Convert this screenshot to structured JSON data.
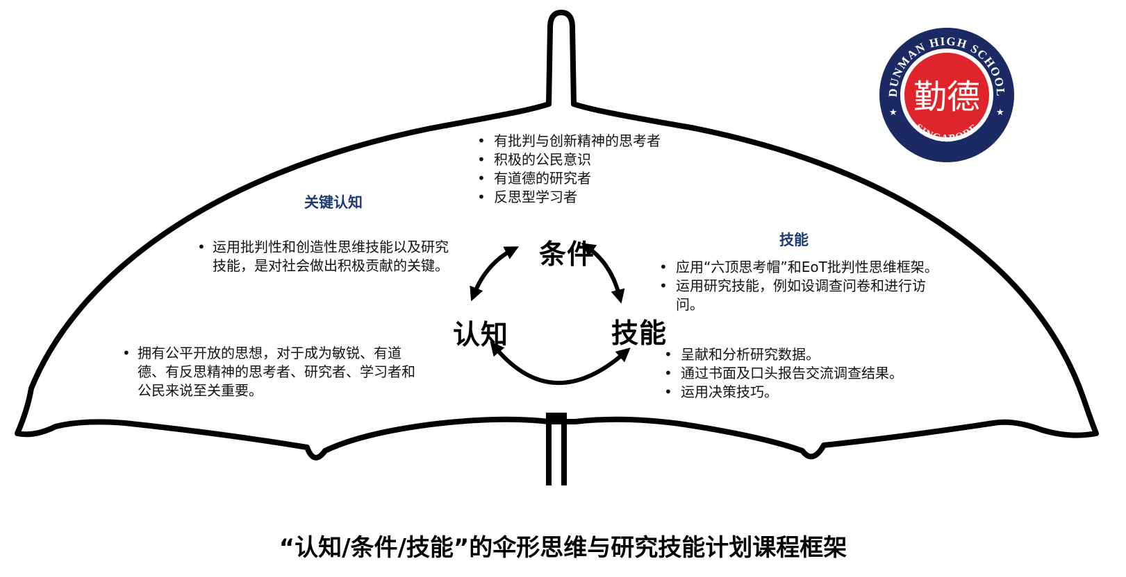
{
  "colors": {
    "outline": "#000000",
    "heading": "#1f3b73",
    "logo_navy": "#1b2a63",
    "logo_red": "#e0242b",
    "logo_white": "#ffffff"
  },
  "condition_items": [
    "有批判与创新精神的思考者",
    "积极的公民意识",
    "有道德的研究者",
    "反思型学习者"
  ],
  "cognition": {
    "heading": "关键认知",
    "item1": "运用批判性和创造性思维技能以及研究技能，是对社会做出积极贡献的关键。",
    "item2": "拥有公平开放的思想，对于成为敏锐、有道德、有反思精神的思考者、研究者、学习者和公民来说至关重要。"
  },
  "skills": {
    "heading": "技能",
    "items_a": [
      "应用“六顶思考帽”和EoT批判性思维框架。",
      "运用研究技能，例如设调查问卷和进行访问。"
    ],
    "items_b": [
      "呈献和分析研究数据。",
      "通过书面及口头报告交流调查结果。",
      "运用决策技巧。"
    ]
  },
  "cycle": {
    "top": "条件",
    "left": "认知",
    "right": "技能"
  },
  "caption": "“认知/条件/技能”的伞形思维与研究技能计划课程框架",
  "logo": {
    "icon": "dunman-high-school-logo",
    "top_text": "DUNMAN HIGH SCHOOL",
    "bottom_text": "SINGAPORE",
    "seal_text": "勤德"
  }
}
